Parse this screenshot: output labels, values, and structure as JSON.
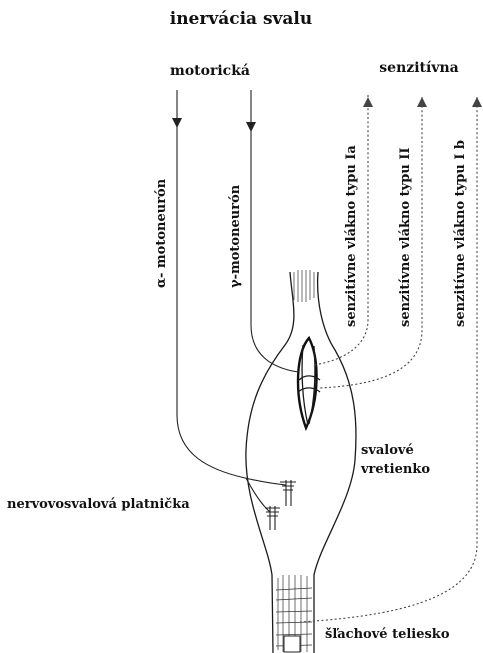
{
  "title": "inervácia svalu",
  "sections": {
    "motor": "motorická",
    "sensory": "senzitívna"
  },
  "fibers": {
    "alpha": "α- motoneurón",
    "gamma": "γ-motoneurón",
    "type_ia": "senzitívne vlákno typu Ia",
    "type_ii": "senzitívne vlákno typu II",
    "type_ib": "senzitívne vlákno typu I b"
  },
  "structures": {
    "spindle_line1": "svalové",
    "spindle_line2": "vretienko",
    "endplate": "nervovosvalová platnička",
    "tendon_organ": "šľachové teliesko"
  },
  "colors": {
    "ink": "#111111",
    "background": "#ffffff"
  }
}
